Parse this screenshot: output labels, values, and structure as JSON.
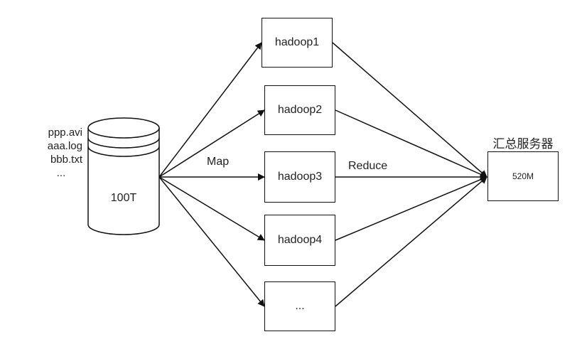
{
  "storage": {
    "files": [
      "ppp.avi",
      "aaa.log",
      "bbb.txt",
      "..."
    ],
    "capacity": "100T",
    "icon": "database-cylinder-icon"
  },
  "nodes": [
    {
      "label": "hadoop1"
    },
    {
      "label": "hadoop2"
    },
    {
      "label": "hadoop3"
    },
    {
      "label": "hadoop4"
    },
    {
      "label": "..."
    }
  ],
  "edges": {
    "map_label": "Map",
    "reduce_label": "Reduce"
  },
  "summary_server": {
    "title": "汇总服务器",
    "value": "520M"
  },
  "colors": {
    "stroke": "#111111",
    "fill": "#ffffff",
    "text": "#222222"
  }
}
